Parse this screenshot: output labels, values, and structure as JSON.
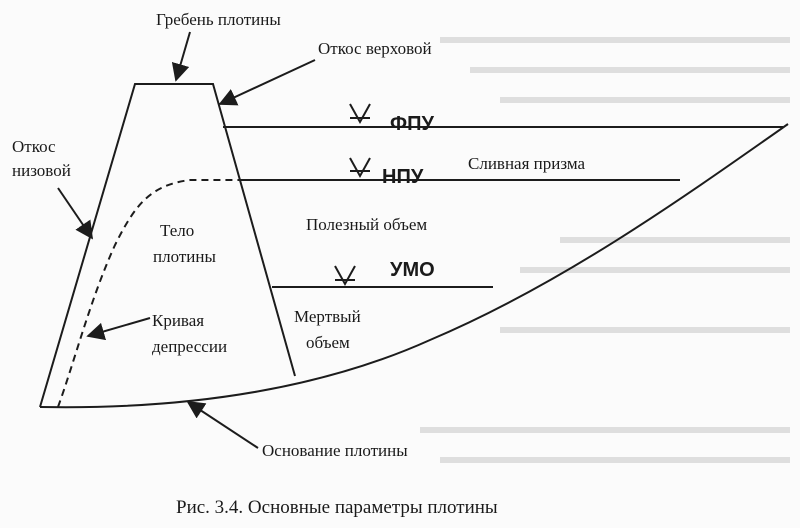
{
  "diagram": {
    "labels": {
      "crest": "Гребень плотины",
      "upstream_slope": "Откос верховой",
      "downstream_slope": "Откос низовой",
      "fpu": "ФПУ",
      "npu": "НПУ",
      "spillway_prism": "Сливная призма",
      "useful_volume": "Полезный объем",
      "dam_body": "Тело плотины",
      "umo": "УМО",
      "dead_volume": "Мертвый объем",
      "depression_curve": "Кривая депрессии",
      "dam_base": "Основание плотины"
    },
    "caption": "Рис. 3.4. Основные параметры плотины"
  },
  "colors": {
    "ink": "#1c1c1c",
    "paper": "#fbfbfb"
  }
}
